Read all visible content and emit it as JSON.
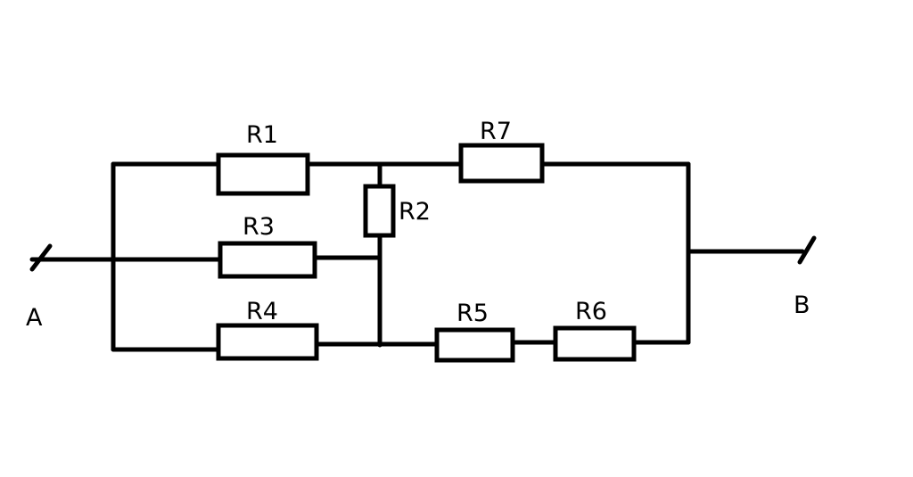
{
  "diagram": {
    "terminals": {
      "a": "A",
      "b": "B"
    },
    "resistors": {
      "r1": "R1",
      "r2": "R2",
      "r3": "R3",
      "r4": "R4",
      "r5": "R5",
      "r6": "R6",
      "r7": "R7"
    }
  }
}
